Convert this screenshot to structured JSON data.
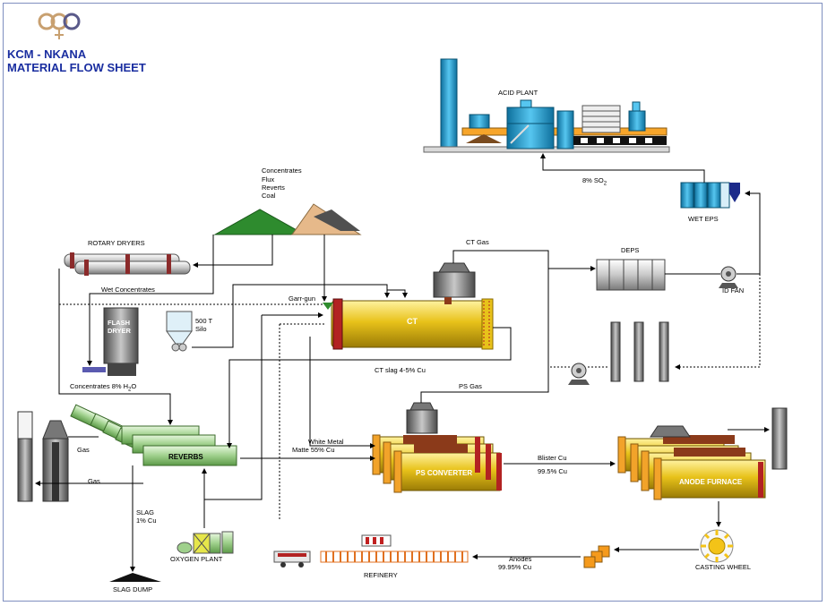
{
  "header": {
    "title_line1": "KCM - NKANA",
    "title_line2": "MATERIAL FLOW SHEET"
  },
  "labels": {
    "acid_plant": "ACID PLANT",
    "so2": "8% SO",
    "so2_sub": "2",
    "wet_eps": "WET EPS",
    "feed_1": "Concentrates",
    "feed_2": "Flux",
    "feed_3": "Reverts",
    "feed_4": "Coal",
    "ct_gas": "CT Gas",
    "deps": "DEPS",
    "id_fan": "ID FAN",
    "rotary_dryers": "ROTARY DRYERS",
    "wet_concentrates": "Wet Concentrates",
    "garr_gun": "Garr-gun",
    "ct": "CT",
    "flash_dryer_1": "FLASH",
    "flash_dryer_2": "DRYER",
    "silo_1": "500 T",
    "silo_2": "Silo",
    "ct_slag": "CT slag 4-5% Cu",
    "concentrates_h2o": "Concentrates 8% H",
    "concentrates_h2o_sub": "2",
    "concentrates_h2o_end": "O",
    "ps_gas": "PS Gas",
    "gas_upper": "Gas",
    "gas_lower": "Gas",
    "white_metal": "White Metal",
    "matte": "Matte 55% Cu",
    "reverbs": "REVERBS",
    "ps_converter": "PS CONVERTER",
    "blister_cu": "Blister Cu",
    "blister_pct": "99.5% Cu",
    "anode_furnace": "ANODE FURNACE",
    "slag_1": "SLAG",
    "slag_2": "1% Cu",
    "oxygen_plant": "OXYGEN PLANT",
    "slag_dump": "SLAG DUMP",
    "refinery": "REFINERY",
    "anodes_1": "Anodes",
    "anodes_2": "99.95% Cu",
    "casting_wheel": "CASTING WHEEL"
  },
  "colors": {
    "title": "#1a2ea0",
    "frame": "#7f8fbf",
    "acid_blue": "#1ca0d8",
    "vessel_yellow": "#e8c21a",
    "vessel_brown": "#8b3a1a",
    "vessel_red": "#b22222",
    "pile_green": "#2e8b2e",
    "pile_tan": "#e6b98a",
    "pile_grey": "#505050",
    "reverb_green": "#9fd08c",
    "casting_yellow": "#f3c318",
    "anode_orange": "#f59a1c"
  }
}
